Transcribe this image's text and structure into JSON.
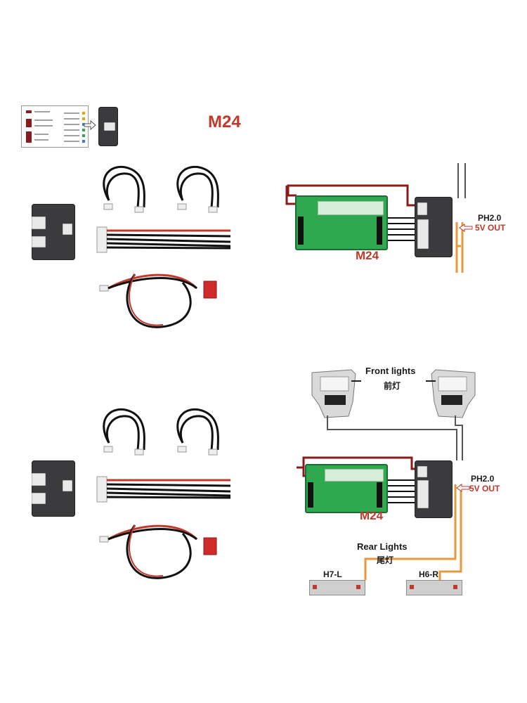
{
  "title_top": "M24",
  "diagram_top": {
    "board_label": "M24",
    "connector_label": "PH2.0",
    "output_label": "5V OUT"
  },
  "diagram_bottom": {
    "board_label": "M24",
    "connector_label": "PH2.0",
    "output_label": "5V OUT",
    "front_lights_en": "Front lights",
    "front_lights_cn": "前灯",
    "rear_lights_en": "Rear Lights",
    "rear_lights_cn": "尾灯",
    "left_tail_label": "H7-L",
    "right_tail_label": "H6-R"
  },
  "colors": {
    "accent_red": "#c0392b",
    "wire_orange": "#e69a3c",
    "wire_darkred": "#8b1a1a",
    "pcb_green": "#2fa84f",
    "module_gray": "#3b3b3d"
  }
}
